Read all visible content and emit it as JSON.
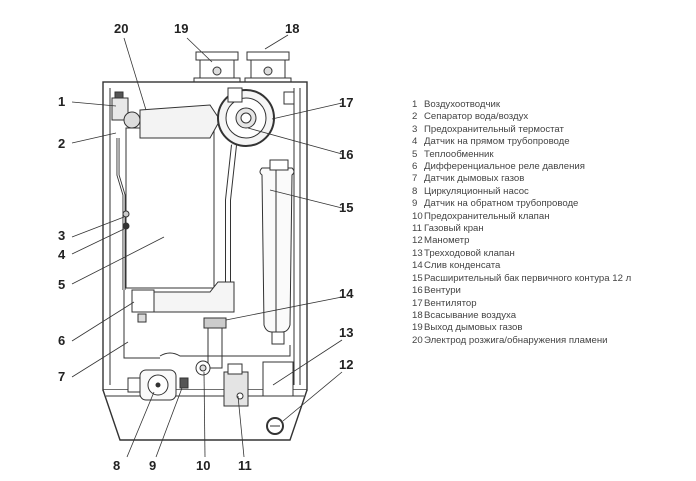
{
  "diagram": {
    "title": "Boiler internal components",
    "callouts": [
      {
        "num": "1"
      },
      {
        "num": "2"
      },
      {
        "num": "3"
      },
      {
        "num": "4"
      },
      {
        "num": "5"
      },
      {
        "num": "6"
      },
      {
        "num": "7"
      },
      {
        "num": "8"
      },
      {
        "num": "9"
      },
      {
        "num": "10"
      },
      {
        "num": "11"
      },
      {
        "num": "12"
      },
      {
        "num": "13"
      },
      {
        "num": "14"
      },
      {
        "num": "15"
      },
      {
        "num": "16"
      },
      {
        "num": "17"
      },
      {
        "num": "18"
      },
      {
        "num": "19"
      },
      {
        "num": "20"
      }
    ]
  },
  "legend": {
    "items": [
      {
        "num": "1",
        "label": "Воздухоотводчик"
      },
      {
        "num": "2",
        "label": "Сепаратор вода/воздух"
      },
      {
        "num": "3",
        "label": "Предохранительный термостат"
      },
      {
        "num": "4",
        "label": "Датчик на прямом трубопроводе"
      },
      {
        "num": "5",
        "label": "Теплообменник"
      },
      {
        "num": "6",
        "label": "Дифференциальное реле давления"
      },
      {
        "num": "7",
        "label": "Датчик дымовых газов"
      },
      {
        "num": "8",
        "label": "Циркуляционный насос"
      },
      {
        "num": "9",
        "label": "Датчик на обратном трубопроводе"
      },
      {
        "num": "10",
        "label": "Предохранительный клапан"
      },
      {
        "num": "11",
        "label": "Газовый кран"
      },
      {
        "num": "12",
        "label": "Манометр"
      },
      {
        "num": "13",
        "label": "Трехходовой клапан"
      },
      {
        "num": "14",
        "label": "Слив конденсата"
      },
      {
        "num": "15",
        "label": "Расширительный бак первичного контура 12 л"
      },
      {
        "num": "16",
        "label": "Вентури"
      },
      {
        "num": "17",
        "label": "Вентилятор"
      },
      {
        "num": "18",
        "label": "Всасывание воздуха"
      },
      {
        "num": "19",
        "label": "Выход дымовых газов"
      },
      {
        "num": "20",
        "label": "Электрод розжига/обнаружения пламени"
      }
    ]
  }
}
